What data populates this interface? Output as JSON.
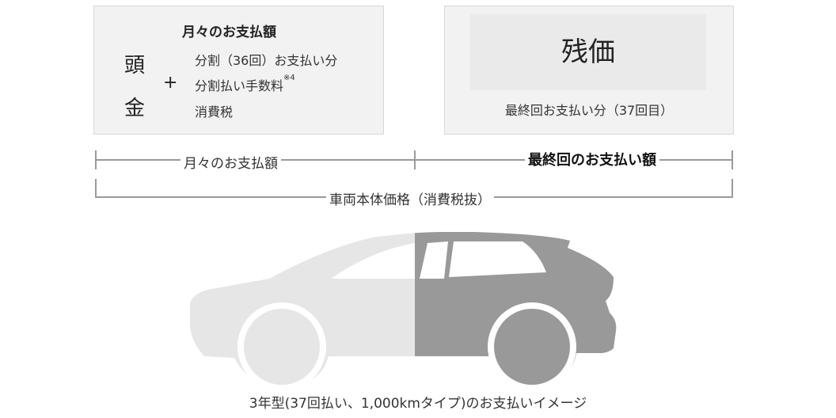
{
  "monthly_box": {
    "title": "月々のお支払額",
    "down_payment_chars": [
      "頭",
      "金"
    ],
    "plus": "+",
    "items": [
      "分割（36回）お支払い分",
      "分割払い手数料",
      "消費税"
    ],
    "footnote_mark": "※4"
  },
  "residual_box": {
    "title": "残価",
    "subtitle": "最終回お支払い分（37回目）"
  },
  "brackets": {
    "monthly": "月々のお支払額",
    "final": "最終回のお支払い額",
    "total": "車両本体価格（消費税抜）"
  },
  "colors": {
    "front_half": "#e6e6e6",
    "rear_half": "#999999",
    "line": "#9a9a9a"
  },
  "caption": "3年型(37回払い、1,000kmタイプ)のお支払いイメージ"
}
